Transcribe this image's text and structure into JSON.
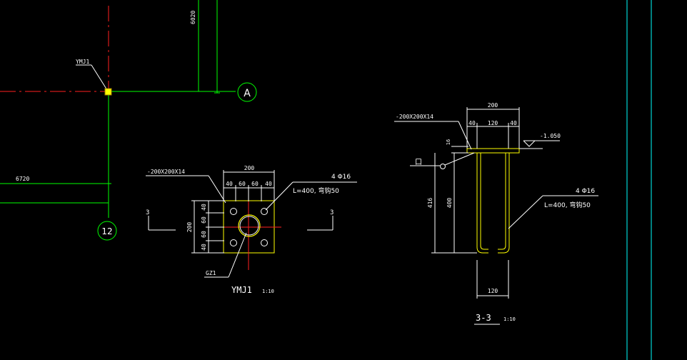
{
  "drawing": {
    "background": "#000000",
    "colors": {
      "green": "#00ff00",
      "white": "#ffffff",
      "red": "#ff2020",
      "yellow": "#ffff00",
      "cyan": "#00ffff"
    },
    "top_view_labels": {
      "dim_6020": "6020",
      "dim_6720": "6720",
      "node_label": "YMJ1",
      "axis_a": "A",
      "axis_12": "12"
    },
    "detail_ymj1": {
      "plate_spec": "-200X200X14",
      "dim_top_total": "200",
      "dim_top_parts": [
        "40",
        "60",
        "60",
        "40"
      ],
      "dim_left_total": "200",
      "dim_left_parts": [
        "40",
        "60",
        "60",
        "40"
      ],
      "rebar_count": "4 Φ16",
      "rebar_note": "L=400,  弯钩50",
      "section_mark_left": "3",
      "section_mark_right": "3",
      "column_label": "GZ1",
      "title": "YMJ1",
      "scale": "1:10"
    },
    "detail_section": {
      "plate_spec": "-200X200X14",
      "dim_top_total": "200",
      "dim_top_parts": [
        "40",
        "120",
        "40"
      ],
      "elevation": "-1.050",
      "dim_plate_thk": "16",
      "embed_symbol": "口",
      "dim_416": "416",
      "dim_400": "400",
      "rebar_count": "4 Φ16",
      "rebar_note": "L=400,  弯钩50",
      "dim_bottom": "120",
      "title": "3-3",
      "scale": "1:10"
    }
  }
}
